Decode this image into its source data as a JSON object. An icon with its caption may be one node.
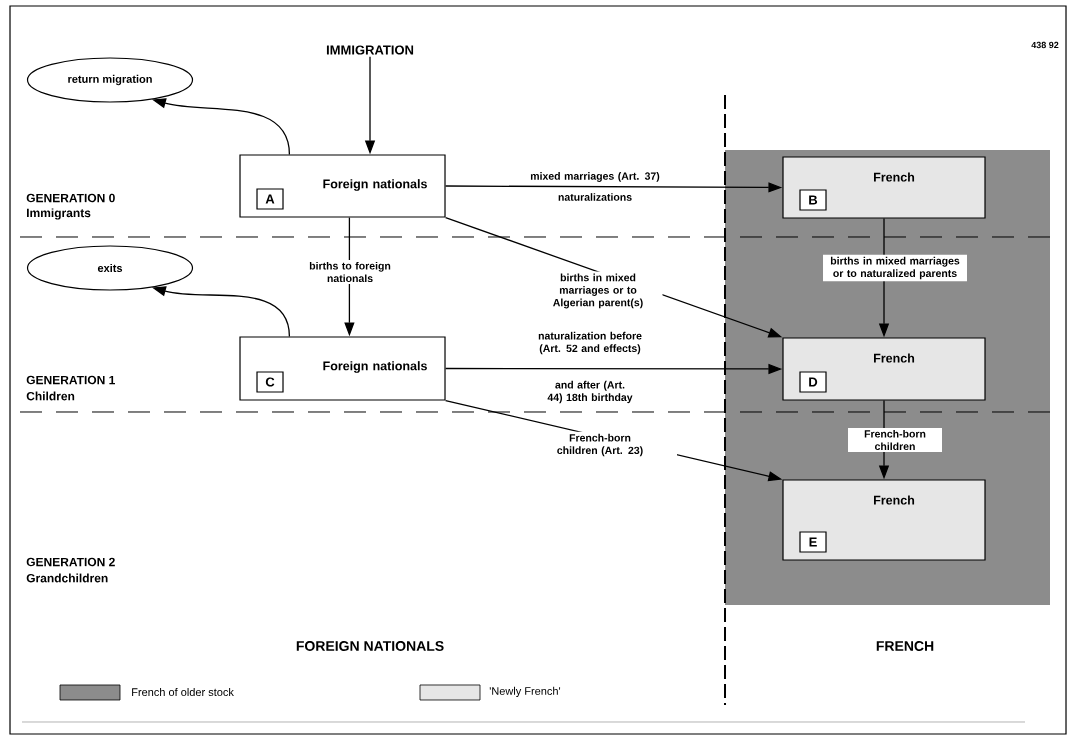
{
  "diagram": {
    "nodes": [
      {
        "text": [
          "IMMIGRATION"
        ]
      },
      {
        "text": [
          "return migration"
        ]
      },
      {
        "text": [
          "Foreign nationals",
          "A"
        ]
      },
      {
        "text": [
          "French",
          "B"
        ]
      },
      {
        "text": [
          "exits"
        ]
      },
      {
        "text": [
          "Foreign nationals",
          "C"
        ]
      },
      {
        "text": [
          "French",
          "D"
        ]
      },
      {
        "text": [
          "French",
          "E"
        ]
      }
    ],
    "edges": [
      {
        "from": 0,
        "to": 2,
        "arrow": "to"
      },
      {
        "from": 2,
        "to": 1,
        "arrow": "to"
      },
      {
        "from": 2,
        "to": 3,
        "arrow": "to",
        "label": "mixed marriages (Art. 37)"
      },
      {
        "from": 2,
        "to": 5,
        "arrow": "to",
        "label": "births to foreign nationals"
      },
      {
        "from": 2,
        "to": 6,
        "arrow": "to",
        "label": "births in mixed marriages or to Algerian parent(s)"
      },
      {
        "from": 3,
        "to": 6,
        "arrow": "to",
        "label": "births in mixed marriages or to naturalized parents"
      },
      {
        "from": 5,
        "to": 4,
        "arrow": "to"
      },
      {
        "from": 5,
        "to": 6,
        "arrow": "to",
        "label": "naturalization before (Art. 52 and effects)"
      },
      {
        "from": 5,
        "to": 7,
        "arrow": "to",
        "label": "French-born children (Art. 23)"
      },
      {
        "from": 6,
        "to": 7,
        "arrow": "to",
        "label": "French-born children"
      }
    ],
    "labels": [
      "438 92",
      "naturalizations",
      "GENERATION 0",
      "Immigrants",
      "and after (Art. 44) 18th birthday",
      "GENERATION 1",
      "Children",
      "GENERATION 2",
      "Grandchildren",
      "FOREIGN NATIONALS",
      "FRENCH"
    ],
    "legend": [
      {
        "text": "French of older stock",
        "color": "#8c8c8c"
      },
      {
        "text": "'Newly French'",
        "color": "#e6e6e6"
      }
    ]
  }
}
